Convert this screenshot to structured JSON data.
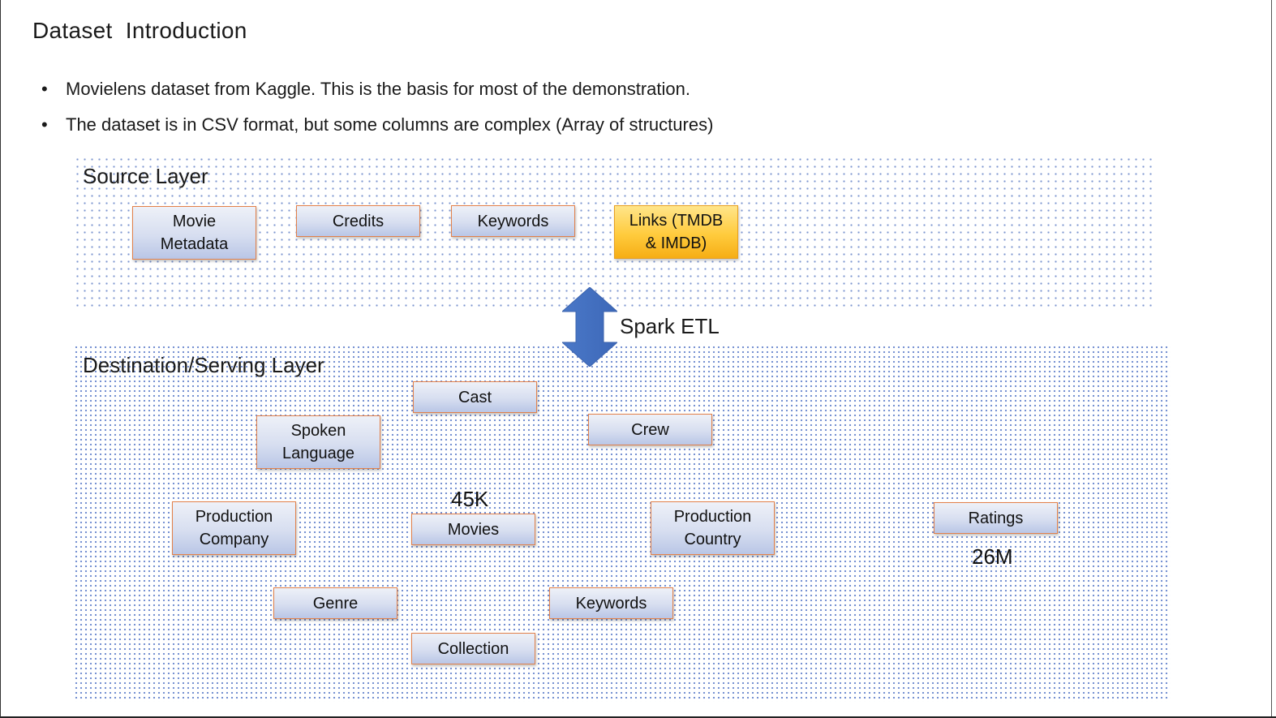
{
  "slide": {
    "title": "Dataset  Introduction",
    "bullets": [
      "Movielens dataset from Kaggle. This is the basis for most of the demonstration.",
      "The dataset is in CSV format, but some columns are complex (Array of structures)"
    ]
  },
  "source_layer": {
    "label": "Source Layer",
    "boxes": [
      "Movie\nMetadata",
      "Credits",
      "Keywords",
      "Links (TMDB\n& IMDB)"
    ]
  },
  "etl": {
    "label": "Spark ETL",
    "arrow_color": "#4472c4"
  },
  "destination_layer": {
    "label": "Destination/Serving Layer",
    "boxes": {
      "cast": "Cast",
      "spoken_language": "Spoken\nLanguage",
      "crew": "Crew",
      "production_company": "Production\nCompany",
      "movies": "Movies",
      "production_country": "Production\nCountry",
      "ratings": "Ratings",
      "genre": "Genre",
      "keywords": "Keywords",
      "collection": "Collection"
    },
    "movies_count": "45K",
    "ratings_count": "26M"
  },
  "colors": {
    "box_border": "#e2804a",
    "box_fill": "#d7def0",
    "highlight_fill": "#ffcb3d",
    "dot_pattern": "#6f8bd0"
  }
}
